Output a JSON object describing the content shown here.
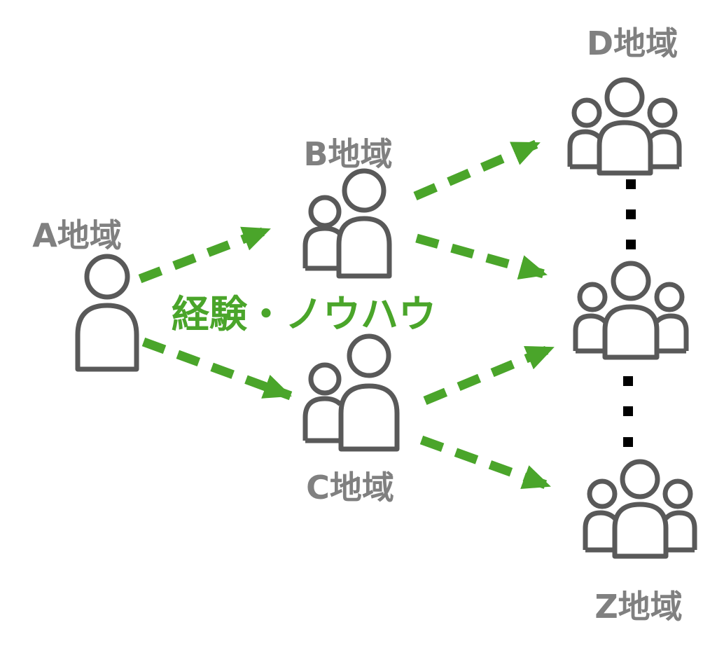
{
  "regions": {
    "a": "A地域",
    "b": "B地域",
    "c": "C地域",
    "d": "D地域",
    "z": "Z地域"
  },
  "flow_label": "経験・ノウハウ",
  "colors": {
    "icon_stroke": "#595959",
    "region_label": "#808080",
    "arrow": "#4aa52a",
    "flow_label": "#4aa52a",
    "dots": "#000000"
  },
  "icons": {
    "a": "person-icon",
    "b": "two-people-icon",
    "c": "two-people-icon",
    "d": "group-icon",
    "mid": "group-icon",
    "z": "group-icon"
  }
}
